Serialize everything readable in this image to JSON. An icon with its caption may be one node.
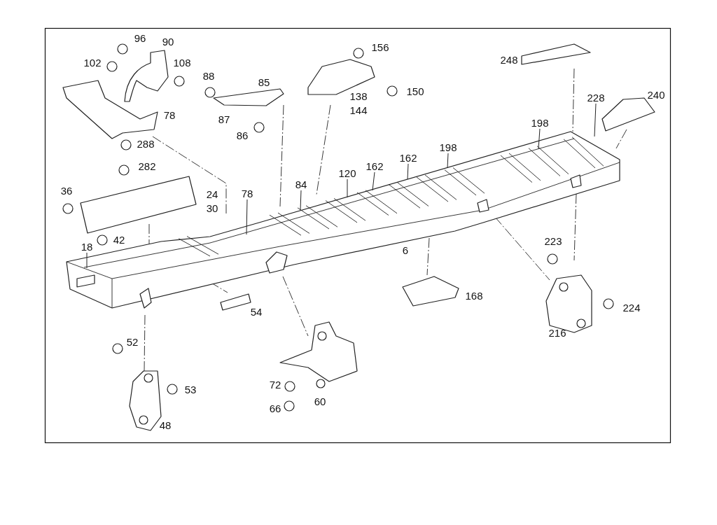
{
  "diagram": {
    "nodes": [
      {
        "text": [
          "228"
        ]
      },
      {
        "text": [
          "198"
        ]
      },
      {
        "text": [
          "198"
        ]
      },
      {
        "text": [
          "162"
        ]
      },
      {
        "text": [
          "162"
        ]
      },
      {
        "text": [
          "120"
        ]
      },
      {
        "text": [
          "84"
        ]
      },
      {
        "text": [
          "78"
        ]
      },
      {
        "text": [
          "18"
        ]
      }
    ],
    "edges": [
      {
        "from": 0,
        "to": null,
        "arrow": "none"
      },
      {
        "from": 1,
        "to": null,
        "arrow": "none"
      },
      {
        "from": 2,
        "to": null,
        "arrow": "none"
      },
      {
        "from": 3,
        "to": null,
        "arrow": "none"
      },
      {
        "from": 4,
        "to": null,
        "arrow": "none"
      },
      {
        "from": 5,
        "to": null,
        "arrow": "none"
      },
      {
        "from": 6,
        "to": null,
        "arrow": "none"
      },
      {
        "from": 7,
        "to": null,
        "arrow": "none"
      },
      {
        "from": 8,
        "to": null,
        "arrow": "none"
      }
    ],
    "labels": [
      "96",
      "90",
      "156",
      "248",
      "102",
      "108",
      "88",
      "85",
      "150",
      "138",
      "144",
      "240",
      "78",
      "87",
      "86",
      "288",
      "282",
      "36",
      "24",
      "30",
      "42",
      "6",
      "223",
      "168",
      "224",
      "54",
      "216",
      "52",
      "53",
      "72",
      "60",
      "66",
      "48"
    ]
  }
}
